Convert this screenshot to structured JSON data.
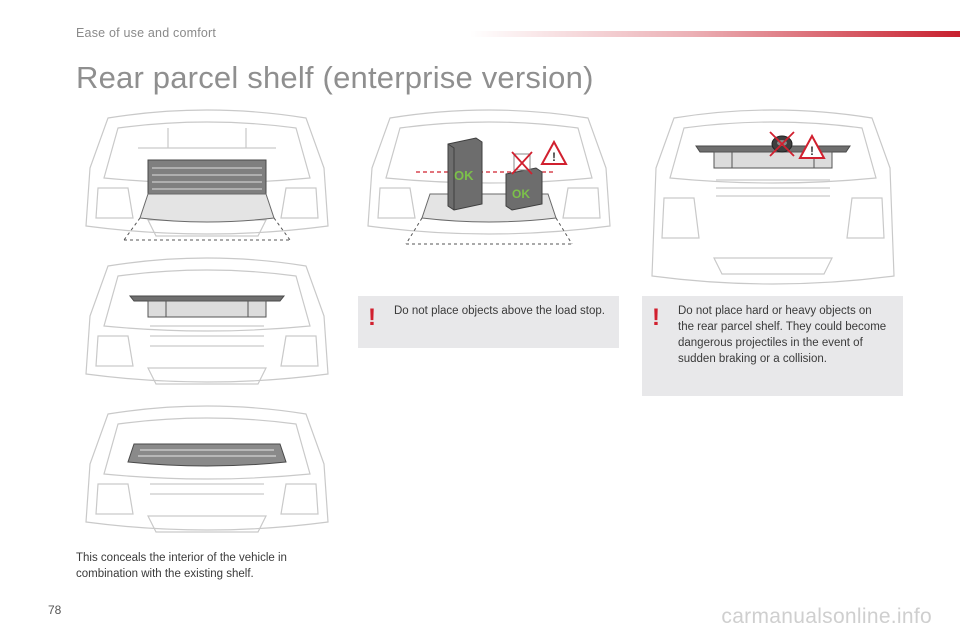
{
  "header": {
    "section_label": "Ease of use and comfort",
    "accent_color": "#c8202e"
  },
  "page_title": "Rear parcel shelf (enterprise version)",
  "illustrations": {
    "panel_top_left": {
      "icon": "car-rear-shelf-raised-icon"
    },
    "panel_mid_left": {
      "icon": "car-rear-shelf-level-icon"
    },
    "panel_bottom_left": {
      "icon": "car-rear-shelf-folded-icon"
    },
    "panel_load_stop": {
      "icon": "car-load-stop-icon",
      "ok_label_1": "OK",
      "ok_label_2": "OK"
    },
    "panel_heavy_objects": {
      "icon": "car-heavy-object-icon"
    }
  },
  "warnings": [
    {
      "text": "Do not place objects above the load stop."
    },
    {
      "text": "Do not place hard or heavy objects on the rear parcel shelf. They could become dangerous projectiles in the event of sudden braking or a collision."
    }
  ],
  "caption": "This conceals the interior of the vehicle in combination with the existing shelf.",
  "page_number": "78",
  "watermark": "carmanualsonline.info",
  "colors": {
    "warning_red": "#d1202f",
    "note_background": "#e8e8ea",
    "ok_green": "#7cc04a"
  }
}
